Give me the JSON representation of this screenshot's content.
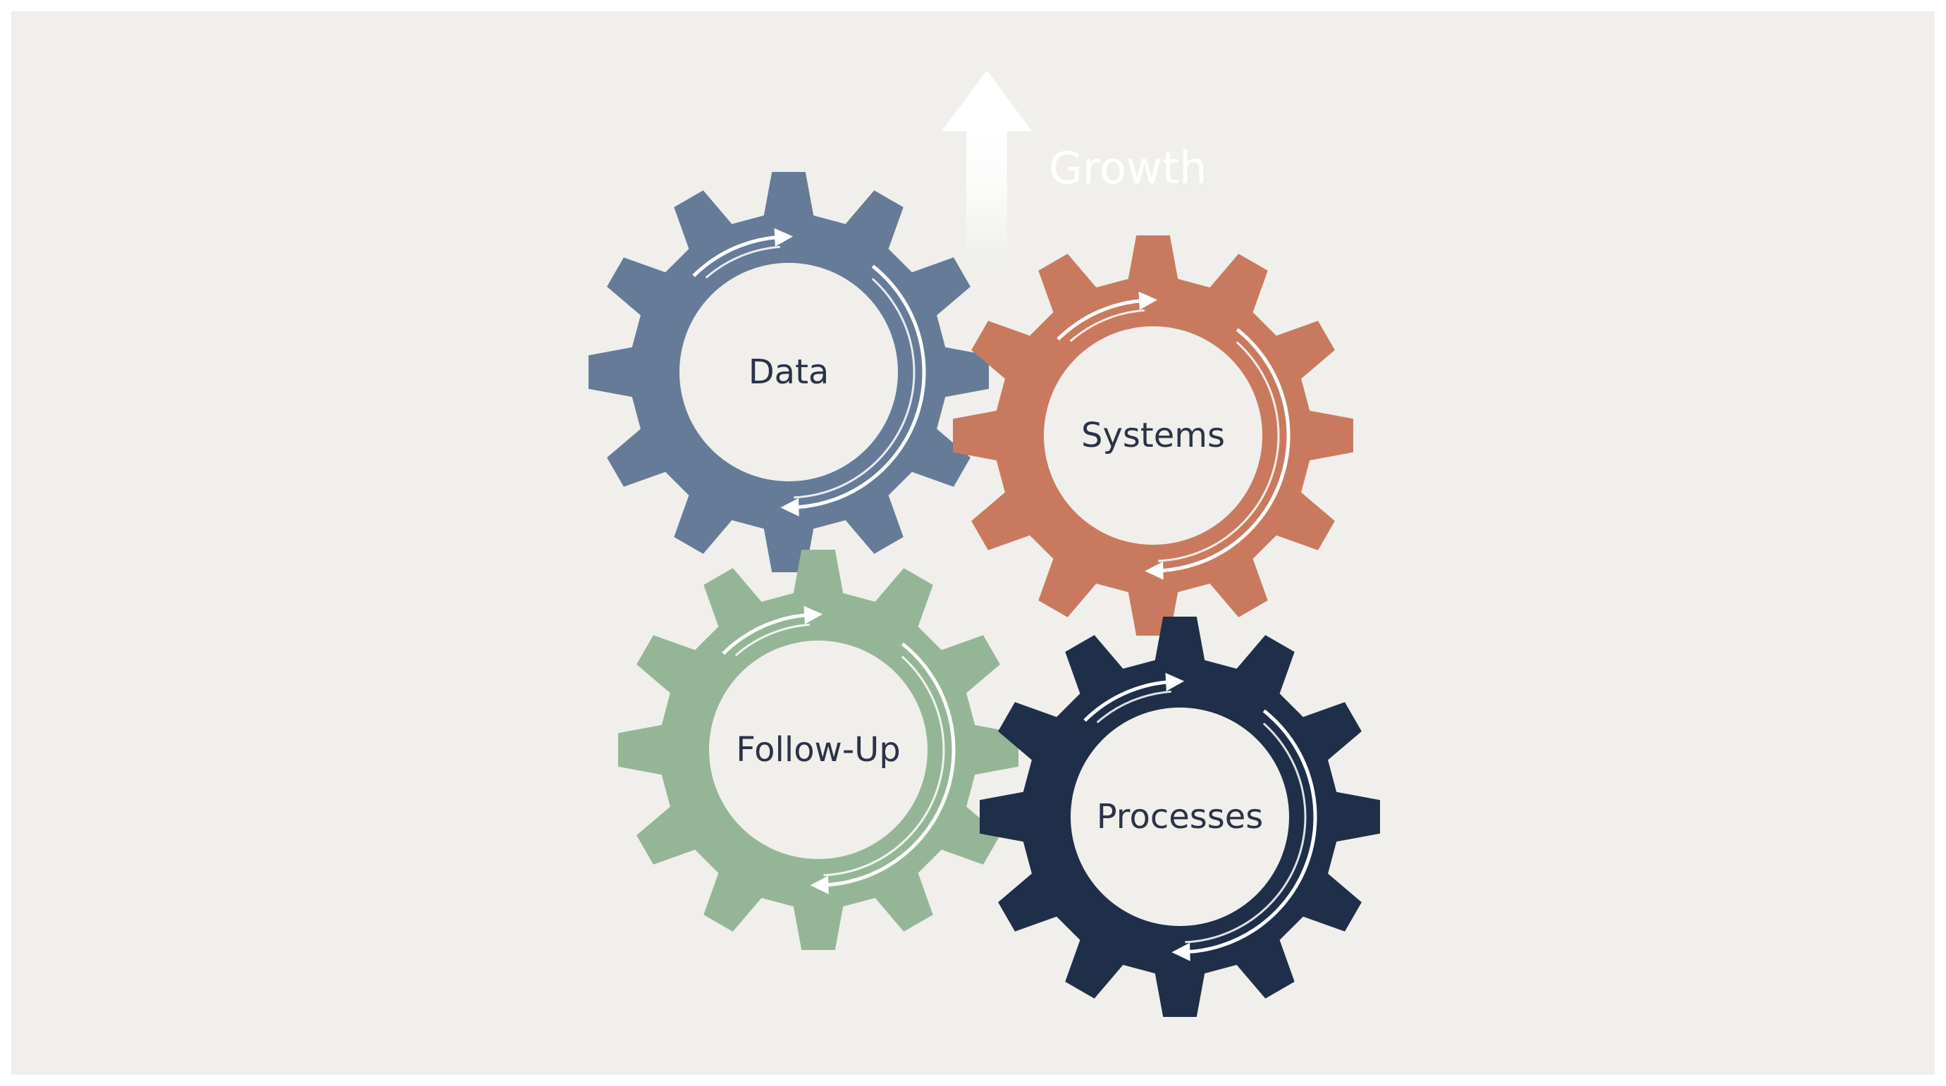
{
  "growth": {
    "label": "Growth",
    "color": "#ffffff"
  },
  "gears": [
    {
      "id": "data",
      "label": "Data",
      "color": "#657b98",
      "icon": "gear-icon"
    },
    {
      "id": "systems",
      "label": "Systems",
      "color": "#c97a5e",
      "icon": "gear-icon"
    },
    {
      "id": "follow-up",
      "label": "Follow-Up",
      "color": "#95b597",
      "icon": "gear-icon"
    },
    {
      "id": "processes",
      "label": "Processes",
      "color": "#1f2f49",
      "icon": "gear-icon"
    }
  ],
  "colors": {
    "background": "#f0efeb",
    "label_text": "#2b3347",
    "hub": "#f0efeb",
    "cycle_arrows": "#ffffff"
  }
}
